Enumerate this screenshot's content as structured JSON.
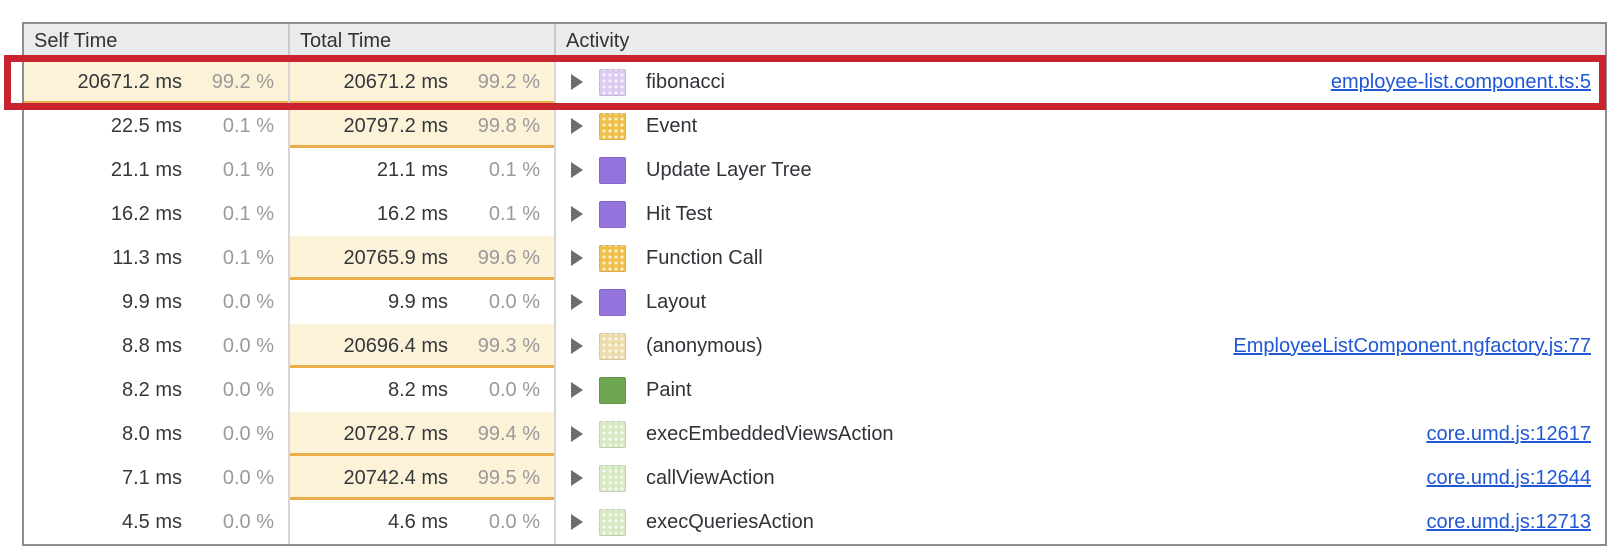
{
  "header": {
    "columns": [
      "Self Time",
      "Total Time",
      "Activity"
    ]
  },
  "colors": {
    "annotation_red": "#c8232e",
    "highlight_bg": "#fcf2d7",
    "highlight_underline": "#eaaf4a",
    "link_blue": "#2057d5",
    "category_js_frame": "#dccbf2",
    "category_scripting": "#efc14a",
    "category_rendering": "#9473dd",
    "category_painting": "#6ea74f",
    "category_anonymous": "#ecdcac",
    "category_function": "#d7e9c3"
  },
  "rows": [
    {
      "self_time": "20671.2 ms",
      "self_pct": "99.2 %",
      "self_highlight": true,
      "total_time": "20671.2 ms",
      "total_pct": "99.2 %",
      "total_highlight": true,
      "icon": "js-frame-swatch-icon",
      "icon_color": "#dccbf2",
      "icon_pattern": true,
      "activity": "fibonacci",
      "link": "employee-list.component.ts:5",
      "annotated": true
    },
    {
      "self_time": "22.5 ms",
      "self_pct": "0.1 %",
      "self_highlight": false,
      "total_time": "20797.2 ms",
      "total_pct": "99.8 %",
      "total_highlight": true,
      "icon": "scripting-swatch-icon",
      "icon_color": "#efc14a",
      "icon_pattern": true,
      "activity": "Event",
      "link": "",
      "annotated": false
    },
    {
      "self_time": "21.1 ms",
      "self_pct": "0.1 %",
      "self_highlight": false,
      "total_time": "21.1 ms",
      "total_pct": "0.1 %",
      "total_highlight": false,
      "icon": "rendering-swatch-icon",
      "icon_color": "#9473dd",
      "icon_pattern": false,
      "activity": "Update Layer Tree",
      "link": "",
      "annotated": false
    },
    {
      "self_time": "16.2 ms",
      "self_pct": "0.1 %",
      "self_highlight": false,
      "total_time": "16.2 ms",
      "total_pct": "0.1 %",
      "total_highlight": false,
      "icon": "rendering-swatch-icon",
      "icon_color": "#9473dd",
      "icon_pattern": false,
      "activity": "Hit Test",
      "link": "",
      "annotated": false
    },
    {
      "self_time": "11.3 ms",
      "self_pct": "0.1 %",
      "self_highlight": false,
      "total_time": "20765.9 ms",
      "total_pct": "99.6 %",
      "total_highlight": true,
      "icon": "scripting-swatch-icon",
      "icon_color": "#efc14a",
      "icon_pattern": true,
      "activity": "Function Call",
      "link": "",
      "annotated": false
    },
    {
      "self_time": "9.9 ms",
      "self_pct": "0.0 %",
      "self_highlight": false,
      "total_time": "9.9 ms",
      "total_pct": "0.0 %",
      "total_highlight": false,
      "icon": "rendering-swatch-icon",
      "icon_color": "#9473dd",
      "icon_pattern": false,
      "activity": "Layout",
      "link": "",
      "annotated": false
    },
    {
      "self_time": "8.8 ms",
      "self_pct": "0.0 %",
      "self_highlight": false,
      "total_time": "20696.4 ms",
      "total_pct": "99.3 %",
      "total_highlight": true,
      "icon": "anonymous-swatch-icon",
      "icon_color": "#ecdcac",
      "icon_pattern": true,
      "activity": "(anonymous)",
      "link": "EmployeeListComponent.ngfactory.js:77",
      "annotated": false
    },
    {
      "self_time": "8.2 ms",
      "self_pct": "0.0 %",
      "self_highlight": false,
      "total_time": "8.2 ms",
      "total_pct": "0.0 %",
      "total_highlight": false,
      "icon": "painting-swatch-icon",
      "icon_color": "#6ea74f",
      "icon_pattern": false,
      "activity": "Paint",
      "link": "",
      "annotated": false
    },
    {
      "self_time": "8.0 ms",
      "self_pct": "0.0 %",
      "self_highlight": false,
      "total_time": "20728.7 ms",
      "total_pct": "99.4 %",
      "total_highlight": true,
      "icon": "function-swatch-icon",
      "icon_color": "#d7e9c3",
      "icon_pattern": true,
      "activity": "execEmbeddedViewsAction",
      "link": "core.umd.js:12617",
      "annotated": false
    },
    {
      "self_time": "7.1 ms",
      "self_pct": "0.0 %",
      "self_highlight": false,
      "total_time": "20742.4 ms",
      "total_pct": "99.5 %",
      "total_highlight": true,
      "icon": "function-swatch-icon",
      "icon_color": "#d7e9c3",
      "icon_pattern": true,
      "activity": "callViewAction",
      "link": "core.umd.js:12644",
      "annotated": false
    },
    {
      "self_time": "4.5 ms",
      "self_pct": "0.0 %",
      "self_highlight": false,
      "total_time": "4.6 ms",
      "total_pct": "0.0 %",
      "total_highlight": false,
      "icon": "function-swatch-icon",
      "icon_color": "#d7e9c3",
      "icon_pattern": true,
      "activity": "execQueriesAction",
      "link": "core.umd.js:12713",
      "annotated": false
    }
  ]
}
